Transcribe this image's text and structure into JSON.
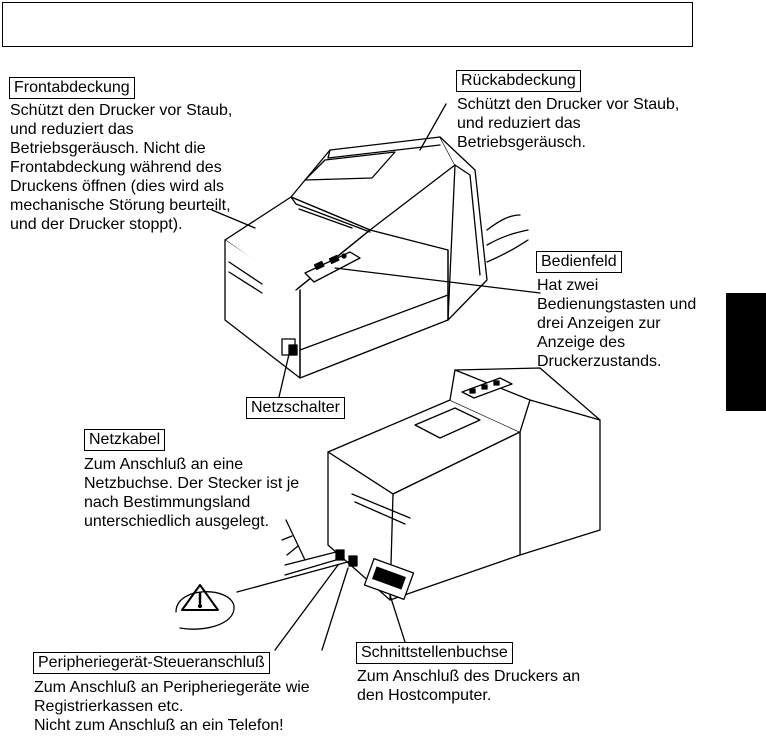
{
  "labels": {
    "front_cover": {
      "title": "Frontabdeckung",
      "desc": "Schützt den Drucker vor Staub,\nund reduziert das\nBetriebsgeräusch. Nicht die\nFrontabdeckung während des\nDruckens öffnen (dies wird als\nmechanische Störung beurteilt,\nund der Drucker stoppt)."
    },
    "rear_cover": {
      "title": "Rückabdeckung",
      "desc": "Schützt den Drucker vor Staub,\nund reduziert das\nBetriebsgeräusch."
    },
    "control_panel": {
      "title": "Bedienfeld",
      "desc": "Hat zwei\nBedienungstasten und\ndrei Anzeigen zur\nAnzeige des\nDruckerzustands."
    },
    "power_switch": {
      "title": "Netzschalter"
    },
    "power_cable": {
      "title": "Netzkabel",
      "desc": "Zum Anschluß an eine\nNetzbuchse. Der Stecker ist je\nnach Bestimmungsland\nunterschiedlich ausgelegt."
    },
    "peripheral_port": {
      "title": "Peripheriegerät-Steueranschluß",
      "desc": "Zum Anschluß an Peripheriegeräte wie\nRegistrierkassen etc.\nNicht zum Anschluß an ein Telefon!"
    },
    "interface_port": {
      "title": "Schnittstellenbuchse",
      "desc": "Zum Anschluß des Druckers an\nden Hostcomputer."
    }
  },
  "warning_icon": "warning-triangle"
}
